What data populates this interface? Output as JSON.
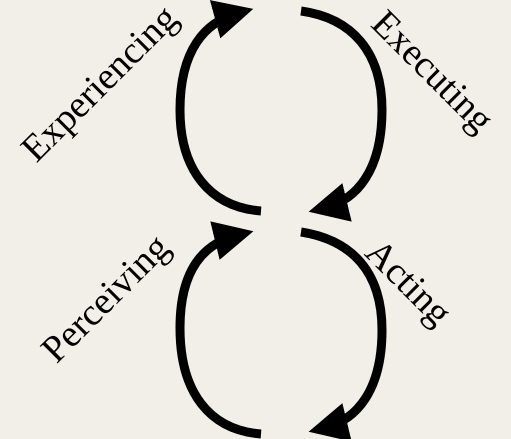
{
  "diagram": {
    "background": "#f2efe8",
    "ink": "#000000",
    "labels": {
      "experiencing": "Experiencing",
      "executing": "Executing",
      "perceiving": "Perceiving",
      "acting": "Acting"
    }
  }
}
